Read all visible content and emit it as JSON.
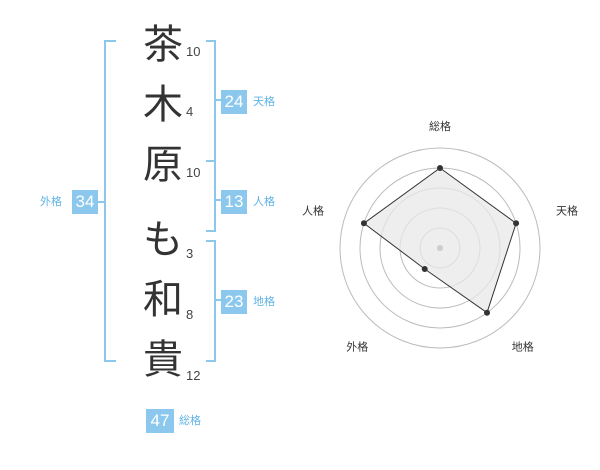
{
  "name": {
    "characters": [
      {
        "char": "茶",
        "strokes": "10"
      },
      {
        "char": "木",
        "strokes": "4"
      },
      {
        "char": "原",
        "strokes": "10"
      },
      {
        "char": "も",
        "strokes": "3"
      },
      {
        "char": "和",
        "strokes": "8"
      },
      {
        "char": "貴",
        "strokes": "12"
      }
    ]
  },
  "scores": {
    "tenkaku": {
      "label": "天格",
      "value": "24"
    },
    "jinkaku": {
      "label": "人格",
      "value": "13"
    },
    "chikaku": {
      "label": "地格",
      "value": "23"
    },
    "gaikaku": {
      "label": "外格",
      "value": "34"
    },
    "soukaku": {
      "label": "総格",
      "value": "47"
    }
  },
  "chart_data": {
    "type": "radar",
    "axes": [
      "総格",
      "天格",
      "地格",
      "外格",
      "人格"
    ],
    "values": [
      4,
      4,
      4,
      1.3,
      4
    ],
    "rmax": 5,
    "rings": 5
  },
  "colors": {
    "accent": "#8cc8ee",
    "accent_text": "#5fb3e6",
    "radar_fill": "#e8e8e8"
  }
}
